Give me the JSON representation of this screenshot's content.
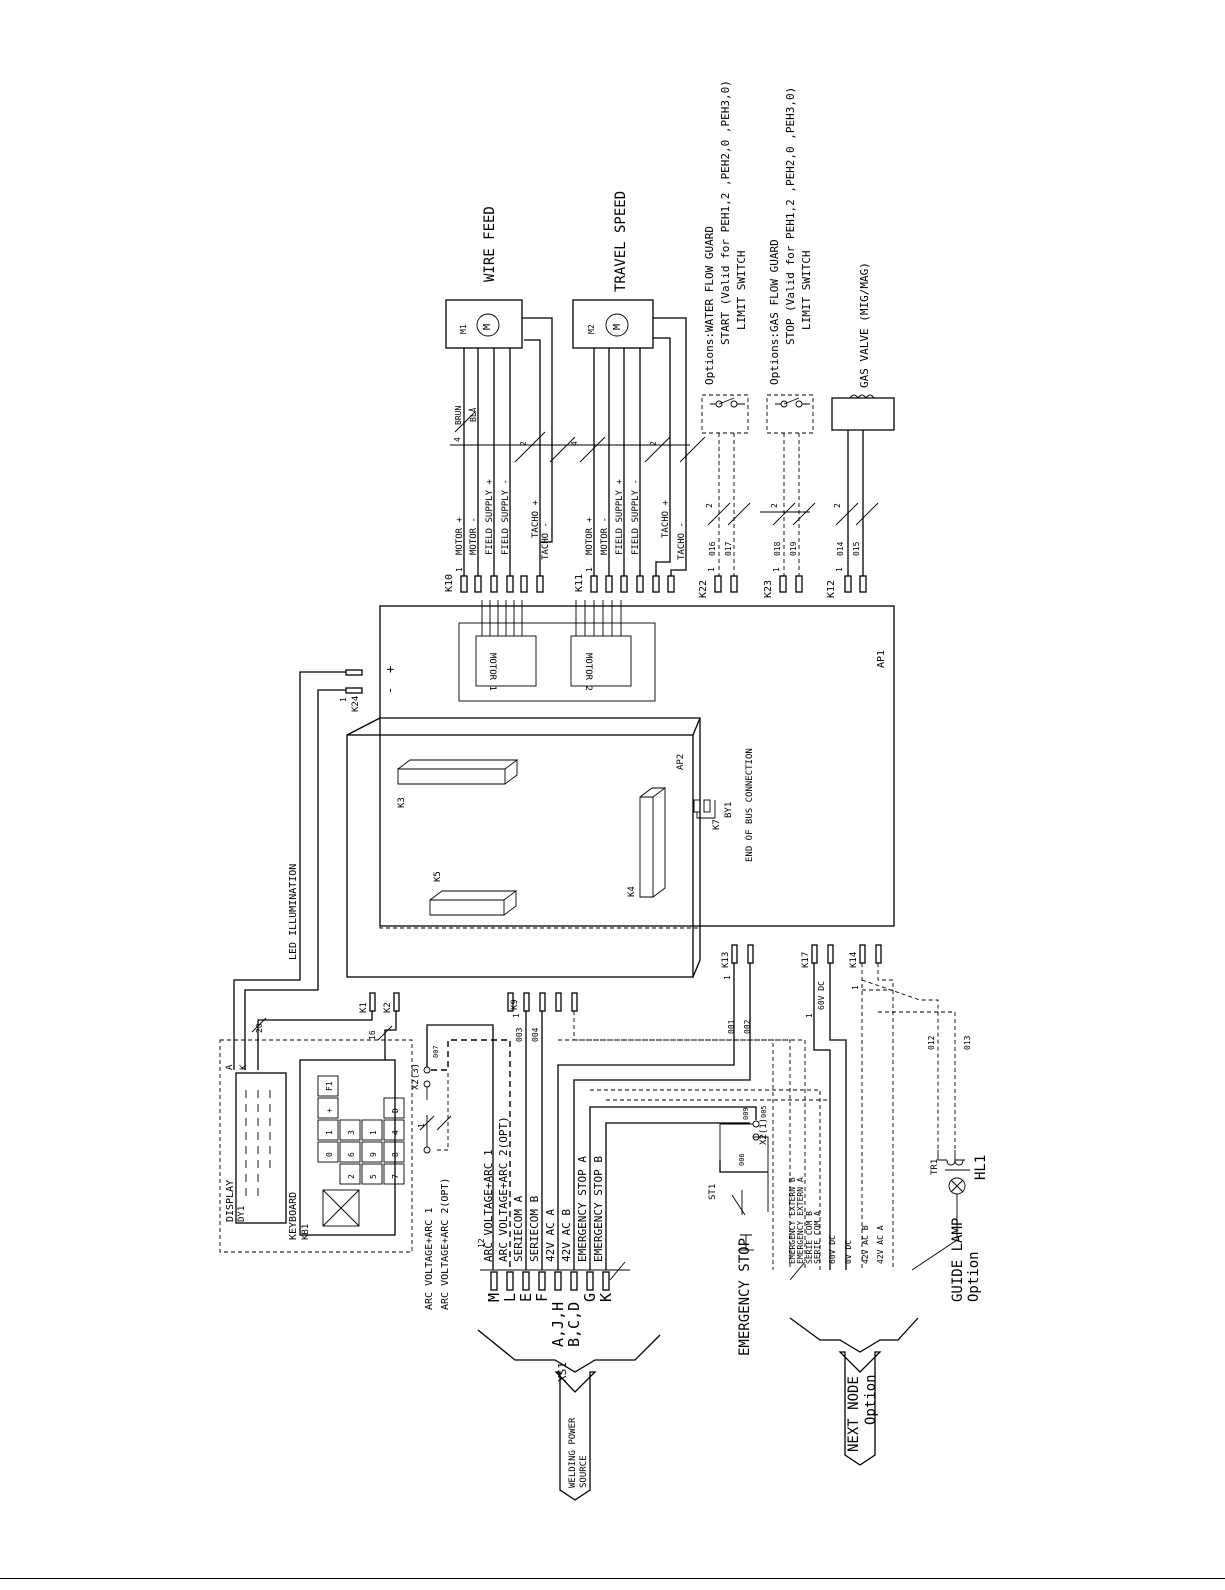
{
  "labels": {
    "wire_feed": "WIRE FEED",
    "travel_speed": "TRAVEL SPEED",
    "m1": "M1",
    "m2": "M2",
    "motor_symbol": "M",
    "water_guard_1": "Options:WATER FLOW GUARD",
    "water_guard_2": "START (Valid for PEH1,2 ,PEH2,0 ,PEH3,0)",
    "water_guard_3": "LIMIT SWITCH",
    "gas_guard_1": "Options:GAS FLOW GUARD",
    "gas_guard_2": "STOP (Valid for PEH1,2 ,PEH2,0 ,PEH3,0)",
    "gas_guard_3": "LIMIT SWITCH",
    "gas_valve": "GAS VALVE (MIG/MAG)",
    "brun": "BRUN",
    "bla": "BLÅ",
    "k10": "K10",
    "k11": "K11",
    "k22": "K22",
    "k23": "K23",
    "k12": "K12",
    "k24": "K24",
    "k13": "K13",
    "k14": "K14",
    "k17": "K17",
    "k9": "K9",
    "k1": "K1",
    "k2": "K2",
    "k3": "K3",
    "k4": "K4",
    "k5": "K5",
    "k7": "K7",
    "by1": "BY1",
    "ap1": "AP1",
    "ap2": "AP2",
    "motor1": "MOTOR 1",
    "motor2": "MOTOR 2",
    "end_of_bus": "END OF BUS CONNECTION",
    "led_illumination": "LED ILLUMINATION",
    "display": "DISPLAY",
    "dy1": "DY1",
    "keyboard": "KEYBOARD",
    "kb1": "KB1",
    "x2_3": "X2(3)",
    "x2_1": "X2(1)",
    "st1": "ST1",
    "emergency_stop": "EMERGENCY STOP",
    "tr1": "TR1",
    "hl1": "HL1",
    "guide_lamp": "GUIDE LAMP",
    "option": "Option",
    "next_node": "NEXT NODE",
    "welding_power_1": "WELDING POWER",
    "welding_power_2": "SOURCE",
    "xs1": "XS1",
    "arc_v1": "ARC VOLTAGE+ARC 1",
    "arc_v2": "ARC VOLTAGE+ARC 2(OPT)",
    "pin_letters_1": "A,J,H",
    "pin_letters_2": "B,C,D",
    "v60dc": "60V DC",
    "plus": "+",
    "minus": "-",
    "num_1": "1",
    "num_2": "2",
    "num_4": "4",
    "num_12": "12",
    "num_16": "16",
    "num_20": "20",
    "a_label": "A",
    "k_label": "K",
    "w016": "016",
    "w017": "017",
    "w018": "018",
    "w019": "019",
    "w014": "014",
    "w015": "015",
    "w001": "001",
    "w002": "002",
    "w003": "003",
    "w004": "004",
    "w005": "005",
    "w006": "006",
    "w007": "007",
    "w009": "009",
    "w012": "012",
    "w013": "013"
  },
  "k10_wires": [
    "MOTOR +",
    "MOTOR -",
    "FIELD SUPPLY +",
    "FIELD SUPPLY -",
    "TACHO +",
    "TACHO -"
  ],
  "k11_wires": [
    "MOTOR +",
    "MOTOR -",
    "FIELD SUPPLY +",
    "FIELD SUPPLY -",
    "TACHO +",
    "TACHO -"
  ],
  "k9_wires": [
    "ARC VOLTAGE+ARC 1",
    "ARC VOLTAGE+ARC 2(OPT)",
    "SERIECOM A",
    "SERIECOM B",
    "42V AC A",
    "42V AC B",
    "EMERGENCY STOP A",
    "EMERGENCY STOP B"
  ],
  "next_node_wires": [
    "EMERGENCY EXTERN B",
    "EMERGENCY EXTERN A",
    "SERIE COM B",
    "SERIE COM A",
    "60V DC",
    "0V DC",
    "42V AC B",
    "42V AC A"
  ],
  "xs1_pins": [
    "M",
    "L",
    "E",
    "F",
    "A,J,H",
    "B,C,D",
    "G",
    "K"
  ],
  "keypad": [
    "F1",
    "+",
    "1",
    "0",
    "3",
    "6",
    "2",
    "5",
    "9",
    "1",
    "4",
    "8",
    "7",
    "D"
  ]
}
